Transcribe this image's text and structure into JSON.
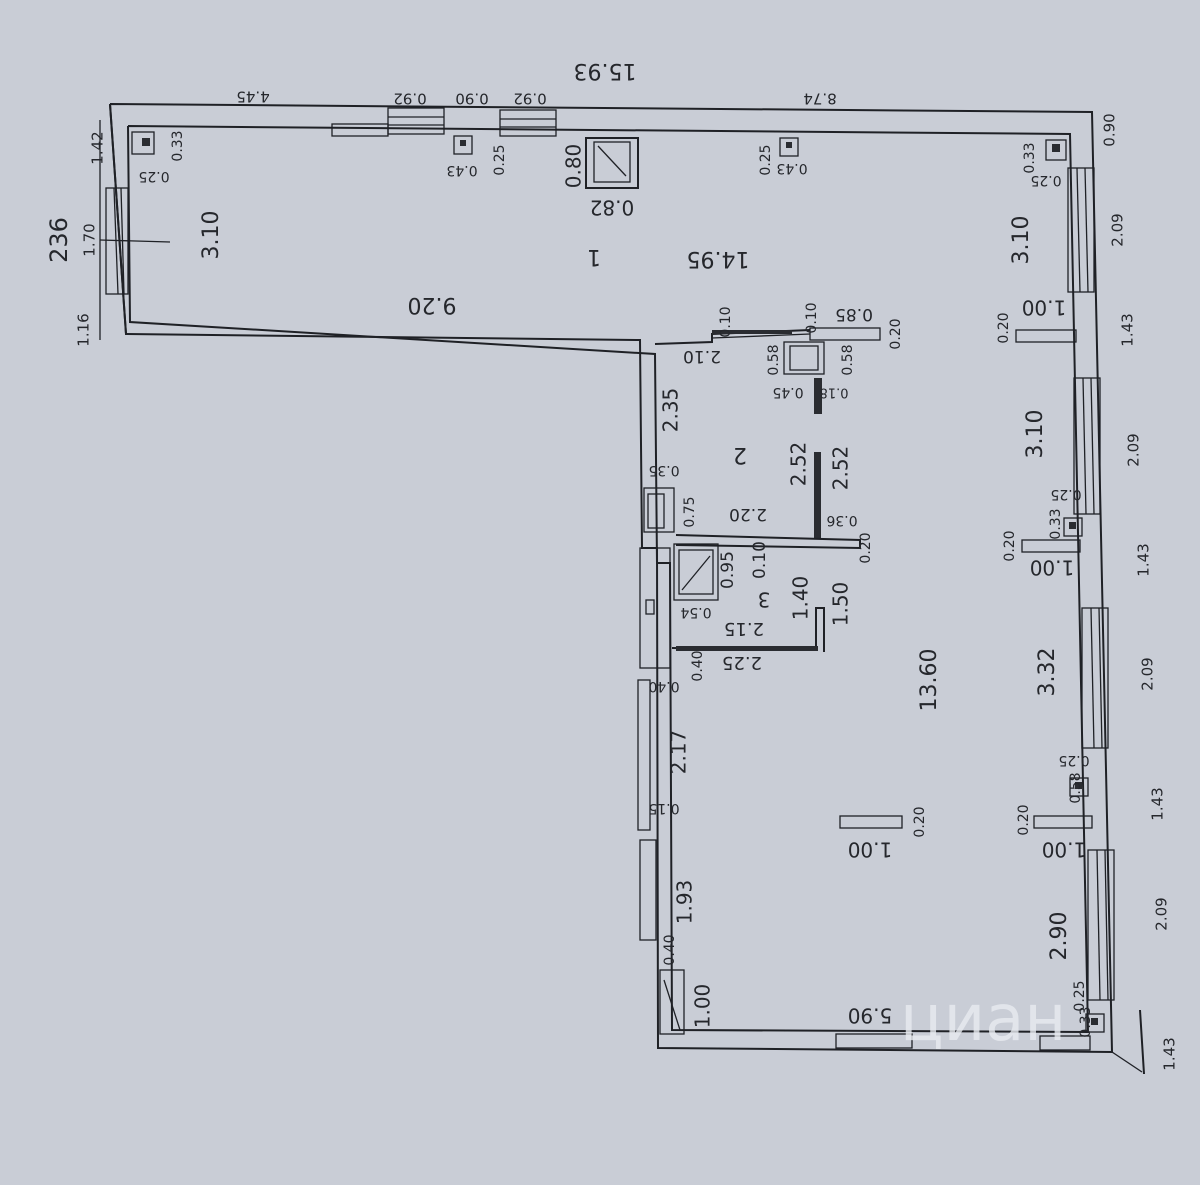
{
  "colors": {
    "paper": "#c9cdd6",
    "ink": "#1f2126",
    "watermark": "#e9ecf1"
  },
  "rooms": [
    {
      "id": "room-1",
      "label": "1"
    },
    {
      "id": "room-2",
      "label": "2"
    },
    {
      "id": "room-3",
      "label": "3"
    },
    {
      "id": "room-1-lower",
      "label": "13.60"
    }
  ],
  "dimensions": {
    "overall_top": "15.93",
    "top_left_segment": "4.45",
    "top_window_a": "0.92",
    "top_window_b": "0.90",
    "top_window_c": "0.92",
    "top_right_segment": "8.74",
    "left_side": "236",
    "left_upper": "1.42",
    "left_window": "1.70",
    "left_lower": "1.16",
    "room1_depth": "3.10",
    "room1_width": "9.20",
    "room1_length": "14.95",
    "chimney_width": "0.82",
    "chimney_depth": "0.80",
    "vent_depth_a": "0.25",
    "vent_w_a": "0.43",
    "vent_depth_b": "0.25",
    "vent_w_b": "0.43",
    "corner_vent_a": "0.33",
    "corner_vent_b": "0.25",
    "right_corner_a": "0.33",
    "right_corner_b": "0.25",
    "right_top": "0.90",
    "right_w1": "2.09",
    "right_p1": "1.43",
    "right_w2": "2.09",
    "right_p2": "1.43",
    "right_w3": "2.09",
    "right_p3": "1.43",
    "right_w4": "2.09",
    "right_bottom": "1.43",
    "span_a": "3.10",
    "span_b": "3.10",
    "span_c": "3.32",
    "span_d": "2.90",
    "column_a": "1.00",
    "column_a_t": "0.20",
    "column_b": "1.00",
    "column_b_t": "0.20",
    "column_c": "1.00",
    "column_c_t": "0.20",
    "column_center": "1.00",
    "column_center_t": "0.20",
    "pier_a_1": "0.33",
    "pier_a_2": "0.25",
    "pier_b_1": "0.58",
    "pier_b_2": "0.25",
    "pier_c_1": "0.33",
    "pier_c_2": "0.25",
    "room2_a": "2.10",
    "room2_b": "0.10",
    "room2_c": "0.10",
    "room2_d": "0.85",
    "room2_e": "0.20",
    "room2_f": "0.58",
    "room2_g": "0.58",
    "room2_h": "0.45",
    "room2_i": "0.18",
    "room2_j": "2.35",
    "room2_k": "2.52",
    "room2_l": "2.52",
    "room2_m": "0.35",
    "room2_n": "0.75",
    "room2_o": "2.20",
    "room2_p": "0.36",
    "room2_q": "0.20",
    "room3_a": "0.95",
    "room3_b": "0.10",
    "room3_c": "1.40",
    "room3_d": "1.50",
    "room3_e": "0.54",
    "room3_f": "2.15",
    "room3_g": "0.40",
    "room3_h": "2.25",
    "room3_i": "0.40",
    "lower_a": "2.17",
    "lower_b": "0.15",
    "lower_c": "1.93",
    "lower_d": "0.40",
    "lower_e": "1.00",
    "lower_f": "5.90"
  },
  "watermark": {
    "text": "циан"
  }
}
